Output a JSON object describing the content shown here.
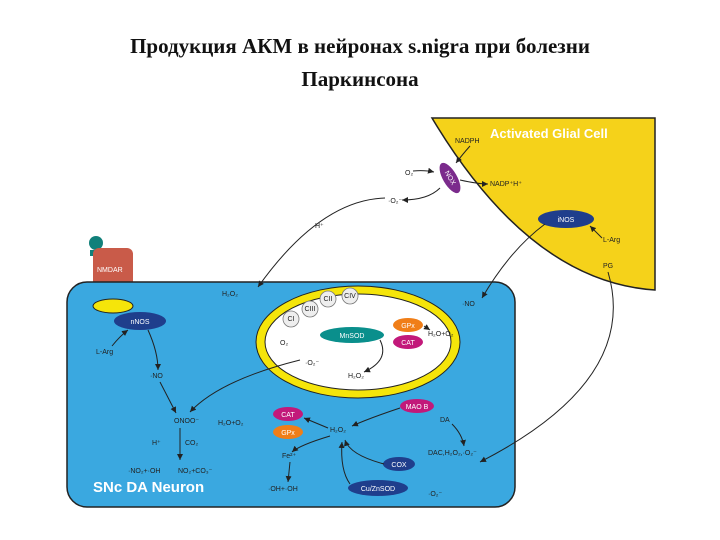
{
  "title": {
    "line1": "Продукция АКМ в нейронах s.nigra при болезни",
    "line2": "Паркинсона"
  },
  "glial_cell": {
    "title": "Activated Glial Cell",
    "nadph": "NADPH",
    "nox": "NOX",
    "o2": "O₂",
    "nadp_h": "NADP⁺H⁺",
    "superoxide": "·O₂⁻",
    "h_plus": "H⁺",
    "inos": "iNOS",
    "l_arg": "L-Arg",
    "pg": "PG"
  },
  "receptor": {
    "nmdar": "NMDAR"
  },
  "neuron": {
    "title": "SNc DA Neuron",
    "nnos": "nNOS",
    "l_arg": "L-Arg",
    "no": "·NO",
    "onoo": "ONOO⁻",
    "h_plus": "H⁺",
    "co2": "CO₂",
    "no2_oh": "·NO₂+·OH",
    "no2_co3": "NO₂+CO₃⁻",
    "h2o2_in": "H₂O₂",
    "no_right": "·NO",
    "cat": "CAT",
    "gpx": "GPx",
    "h2o_o2": "H₂O+O₂",
    "h2o2_center": "H₂O₂",
    "fe": "Fe²⁺",
    "oh_oh": "·OH+·OH",
    "mao": "MAO B",
    "da": "DA",
    "dac": "DAC,H₂O₂,·O₂⁻",
    "cox": "COX",
    "cuzn": "Cu/ZnSOD",
    "o2_minus": "·O₂⁻"
  },
  "mitochondrion": {
    "ci": "CI",
    "cii": "CII",
    "ciii": "CIII",
    "civ": "CIV",
    "o2": "O₂",
    "o2_minus": "·O₂⁻",
    "mnsod": "MnSOD",
    "gpx": "GPx",
    "cat": "CAT",
    "h2o_o2": "H₂O+O₂",
    "h2o2": "H₂O₂"
  },
  "colors": {
    "neuron_fill": "#3aa8e0",
    "glial_fill": "#f5d21a",
    "purple": "#7b2b8c",
    "navy": "#1f3e8c",
    "teal": "#0a8f8c",
    "orange": "#f07e18",
    "receptor_red": "#c95b49",
    "receptor_teal": "#11807a"
  }
}
